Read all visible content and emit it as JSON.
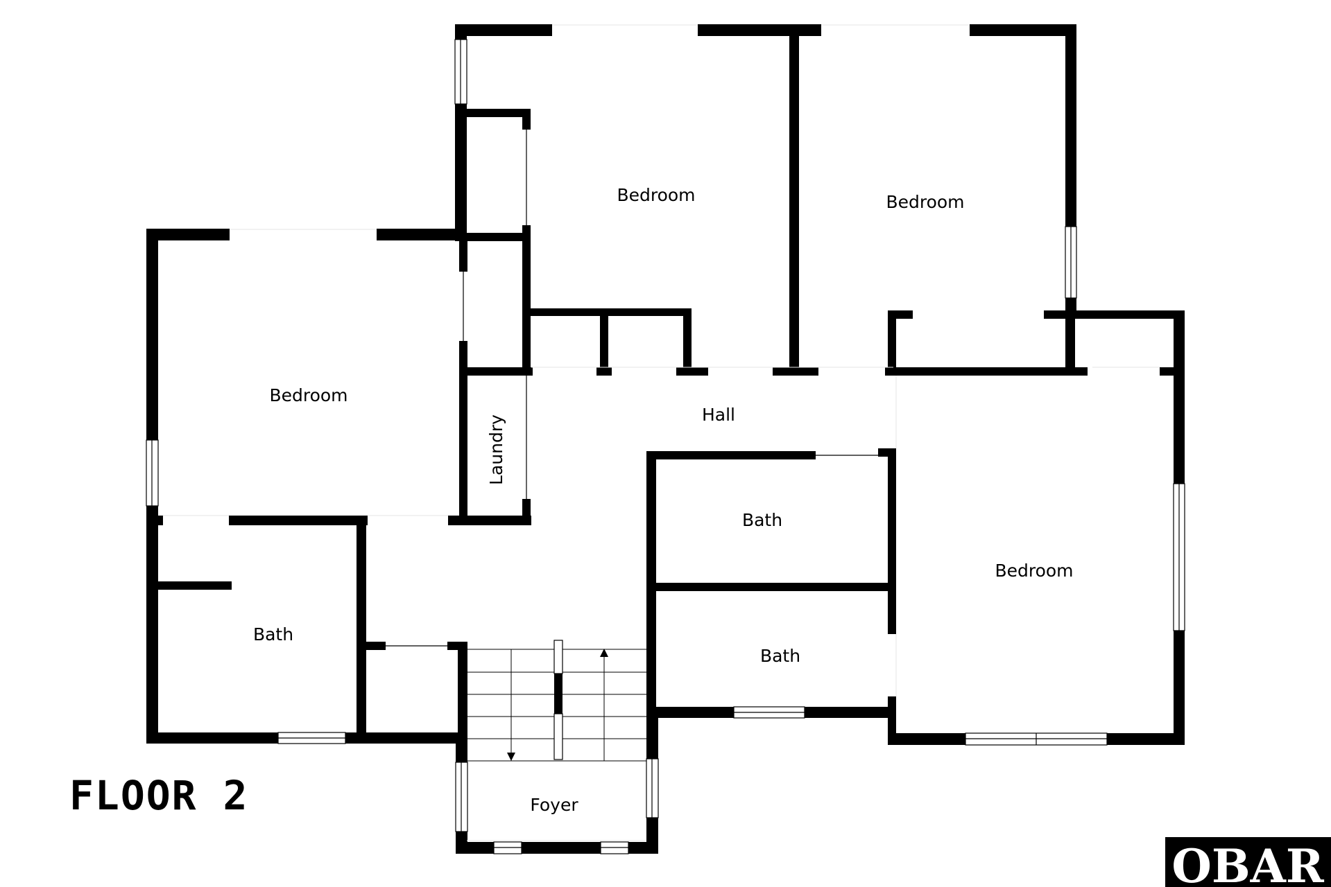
{
  "floor_title": "FLOOR 2",
  "rooms": {
    "bedroom_top_center": "Bedroom",
    "bedroom_top_right": "Bedroom",
    "bedroom_left": "Bedroom",
    "bedroom_right": "Bedroom",
    "laundry": "Laundry",
    "hall": "Hall",
    "bath_center_upper": "Bath",
    "bath_center_lower": "Bath",
    "bath_left": "Bath",
    "foyer": "Foyer"
  },
  "logo": {
    "text": "OBAR"
  },
  "colors": {
    "walls": "#000000",
    "background": "#ffffff",
    "logo_background": "#000000",
    "logo_text": "#ffffff"
  }
}
